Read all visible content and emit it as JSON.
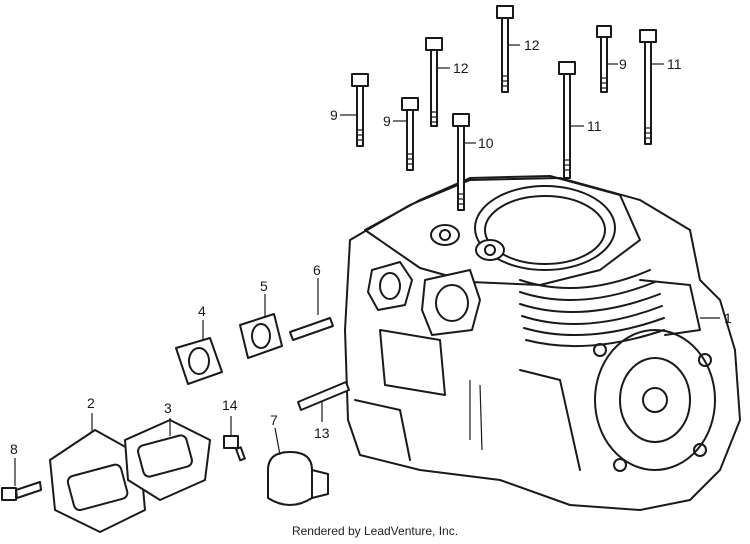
{
  "callouts": {
    "c1": "1",
    "c2": "2",
    "c3": "3",
    "c4": "4",
    "c5": "5",
    "c6": "6",
    "c7": "7",
    "c8": "8",
    "c9a": "9",
    "c9b": "9",
    "c9c": "9",
    "c10": "10",
    "c11a": "11",
    "c11b": "11",
    "c12a": "12",
    "c12b": "12",
    "c13": "13",
    "c14": "14"
  },
  "footer": "Rendered by LeadVenture, Inc."
}
